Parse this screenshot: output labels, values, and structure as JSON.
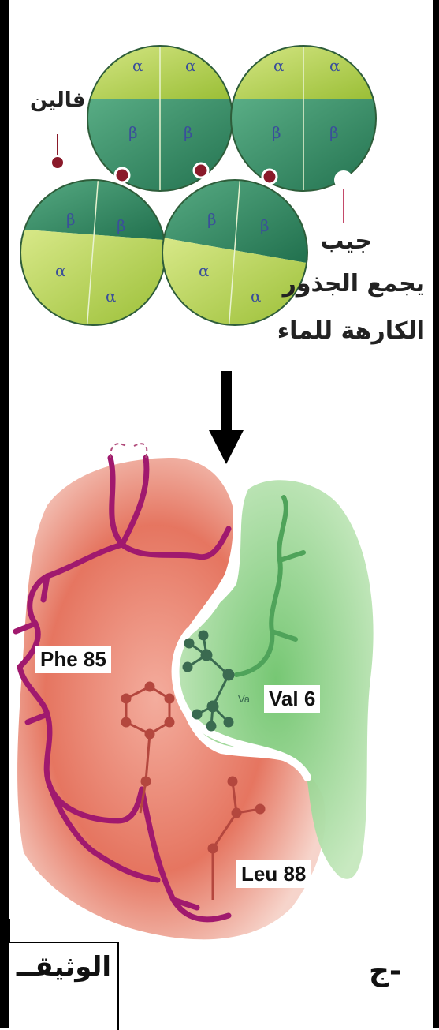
{
  "labels": {
    "valine": "فالين",
    "pocket_line1": "جيب",
    "pocket_line2": "يجمع الجذور",
    "pocket_line3": "الكارهة للماء",
    "phe": "Phe 85",
    "val": "Val 6",
    "leu": "Leu 88",
    "val_small": "Va"
  },
  "subunit_labels": {
    "alpha": "α",
    "beta": "β"
  },
  "caption": {
    "document": "الوثيقــ",
    "section": "-ج"
  },
  "colors": {
    "alpha_green": "#b9d44a",
    "beta_green": "#2f8a63",
    "valine_red": "#8a1a2a",
    "chain_magenta": "#a0196e",
    "pocket_red": "#e8705a",
    "val_green": "#6cc06a"
  }
}
